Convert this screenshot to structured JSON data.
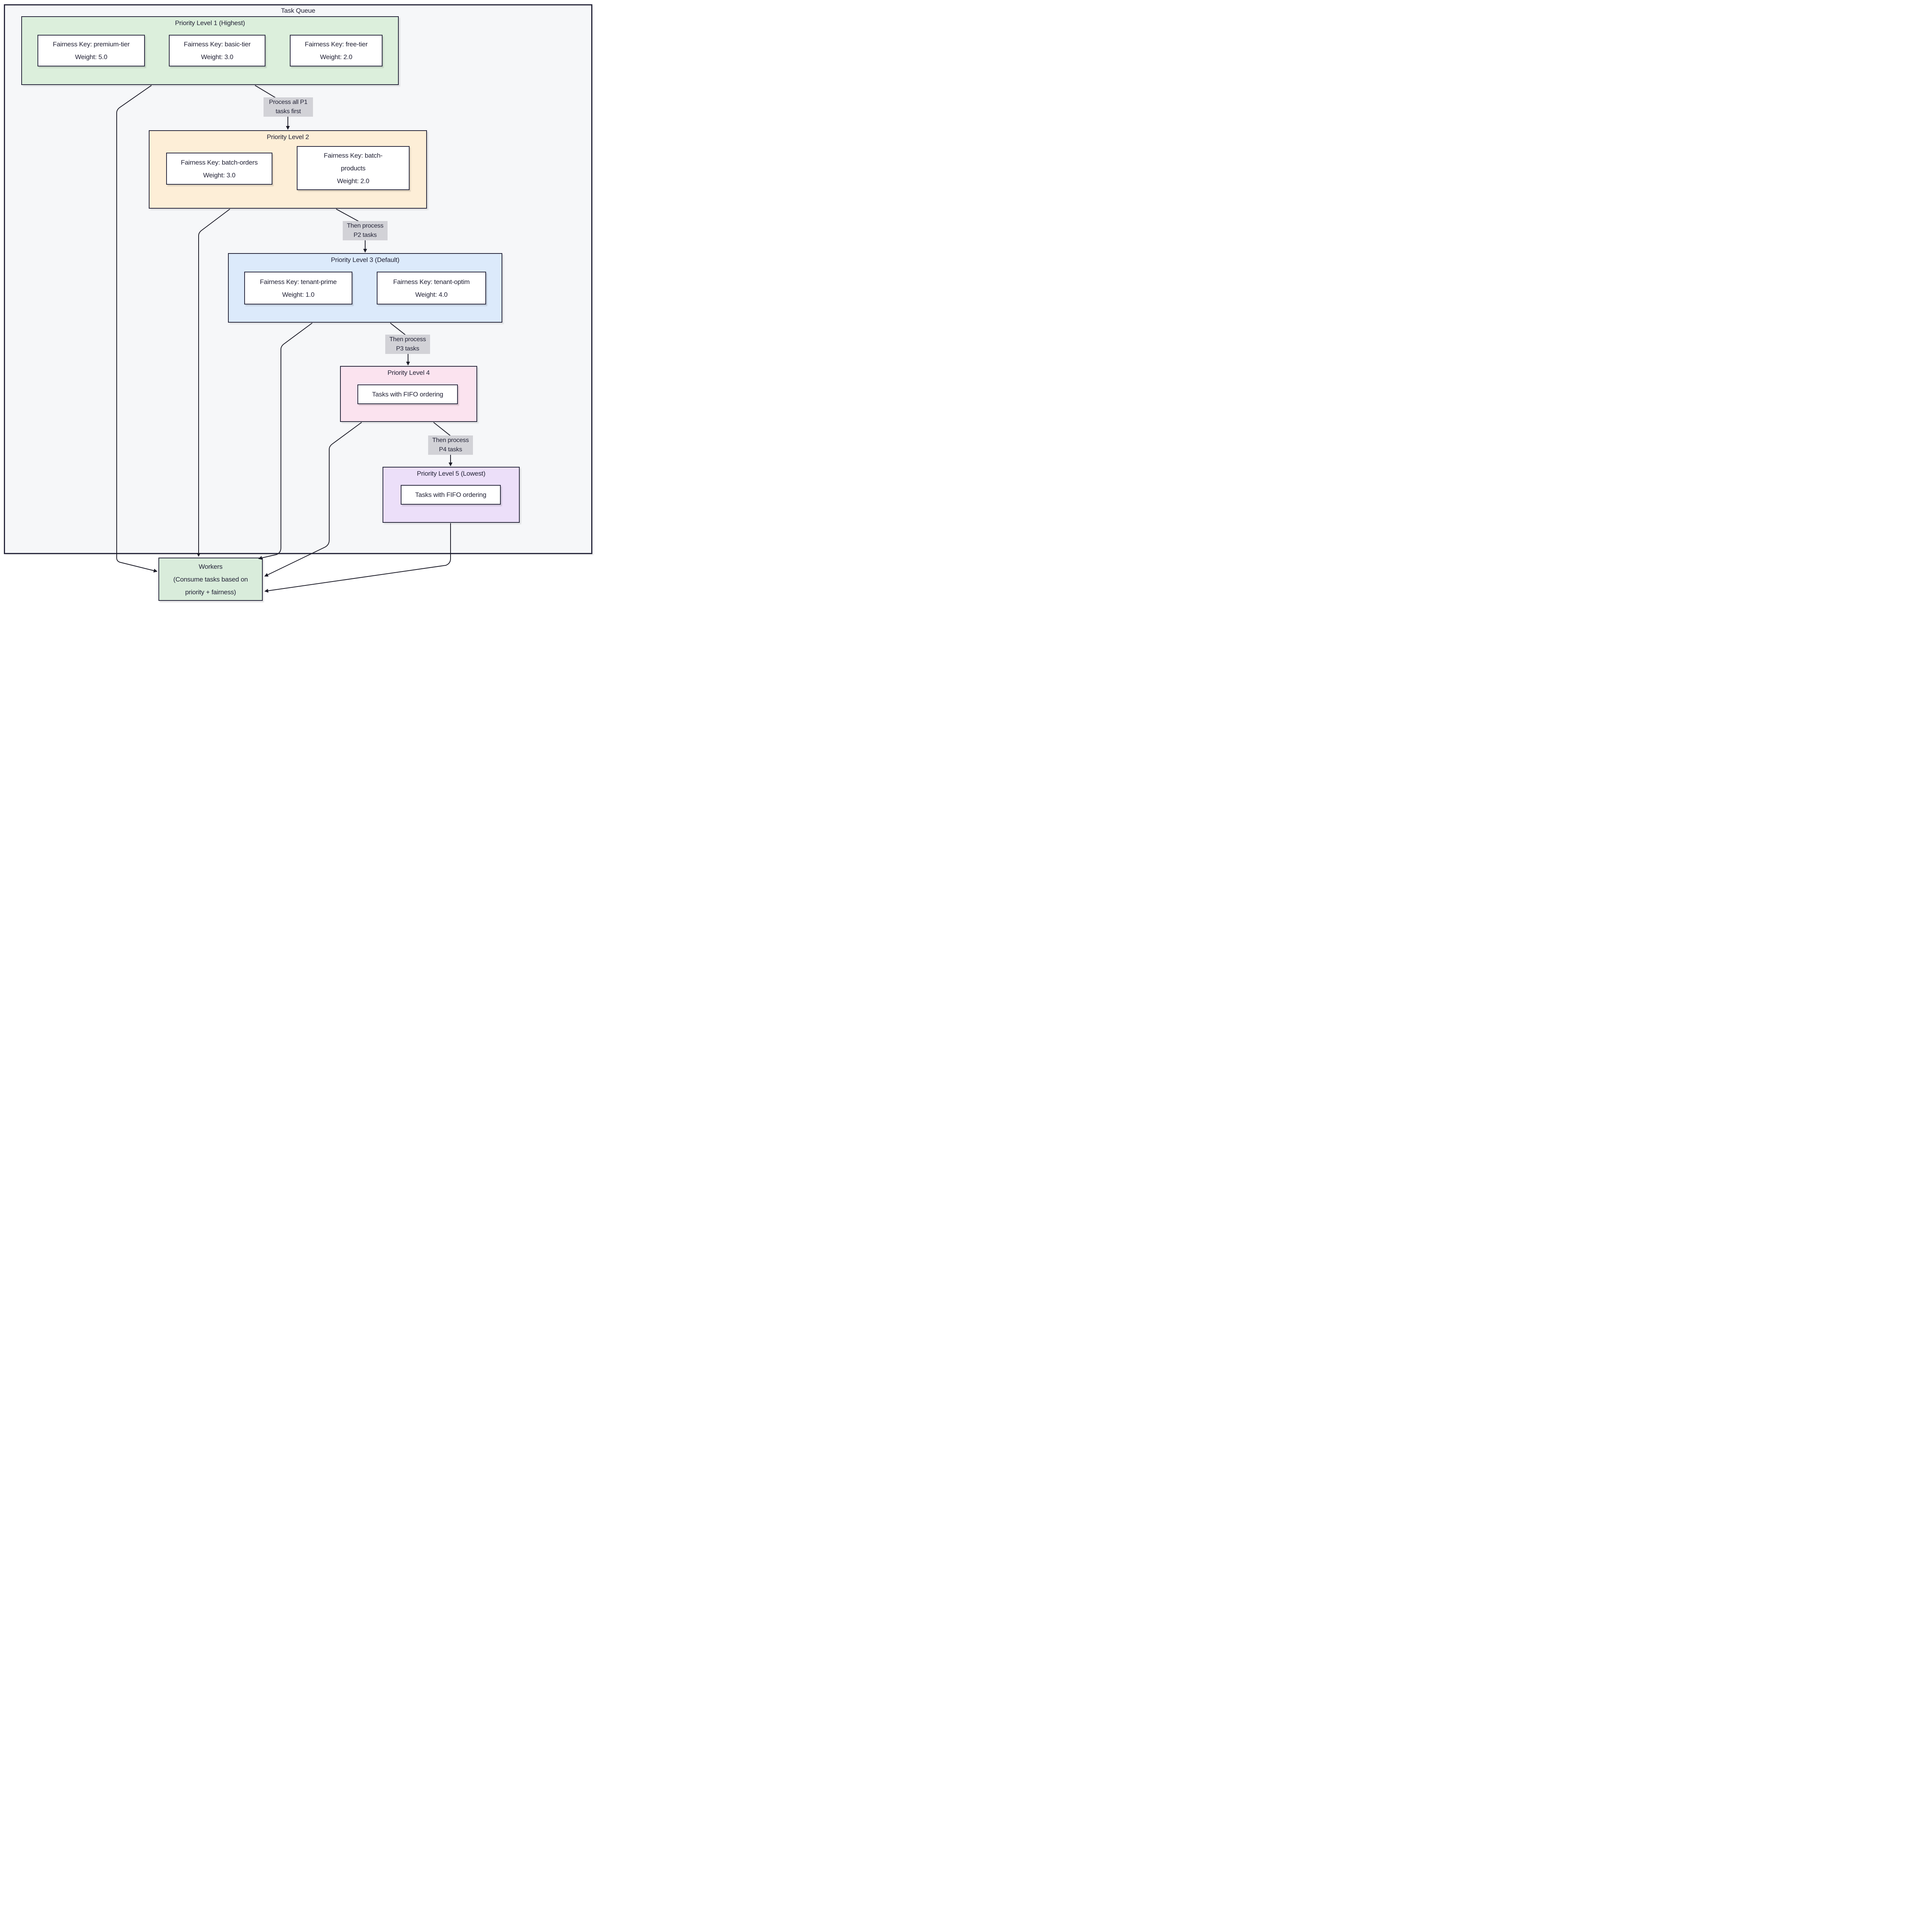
{
  "diagram": {
    "title": "Task Queue",
    "levels": [
      {
        "title": "Priority Level 1 (Highest)",
        "fill": "#dcefdc",
        "nodes": [
          {
            "lines": [
              "Fairness Key: premium-tier",
              "Weight: 5.0"
            ]
          },
          {
            "lines": [
              "Fairness Key: basic-tier",
              "Weight: 3.0"
            ]
          },
          {
            "lines": [
              "Fairness Key: free-tier",
              "Weight: 2.0"
            ]
          }
        ]
      },
      {
        "title": "Priority Level 2",
        "fill": "#fdeed7",
        "nodes": [
          {
            "lines": [
              "Fairness Key: batch-orders",
              "Weight: 3.0"
            ]
          },
          {
            "lines": [
              "Fairness Key: batch-",
              "products",
              "Weight: 2.0"
            ]
          }
        ]
      },
      {
        "title": "Priority Level 3 (Default)",
        "fill": "#dceafb",
        "nodes": [
          {
            "lines": [
              "Fairness Key: tenant-prime",
              "Weight: 1.0"
            ]
          },
          {
            "lines": [
              "Fairness Key: tenant-optim",
              "Weight: 4.0"
            ]
          }
        ]
      },
      {
        "title": "Priority Level 4",
        "fill": "#fbe3ef",
        "nodes": [
          {
            "lines": [
              "Tasks with FIFO ordering"
            ]
          }
        ]
      },
      {
        "title": "Priority Level 5 (Lowest)",
        "fill": "#ecdff9",
        "nodes": [
          {
            "lines": [
              "Tasks with FIFO ordering"
            ]
          }
        ]
      }
    ],
    "edge_labels": [
      {
        "lines": [
          "Process all P1",
          "tasks first"
        ]
      },
      {
        "lines": [
          "Then process",
          "P2 tasks"
        ]
      },
      {
        "lines": [
          "Then process",
          "P3 tasks"
        ]
      },
      {
        "lines": [
          "Then process",
          "P4 tasks"
        ]
      }
    ],
    "workers": {
      "fill": "#d9ecdb",
      "lines": [
        "Workers",
        "(Consume tasks based on",
        "priority + fairness)"
      ]
    },
    "colors": {
      "container_bg": "#f6f7f9",
      "border": "#28283c",
      "edge": "#1b1b27",
      "edge_label_bg": "#d2d2d7",
      "text": "#232336"
    }
  }
}
